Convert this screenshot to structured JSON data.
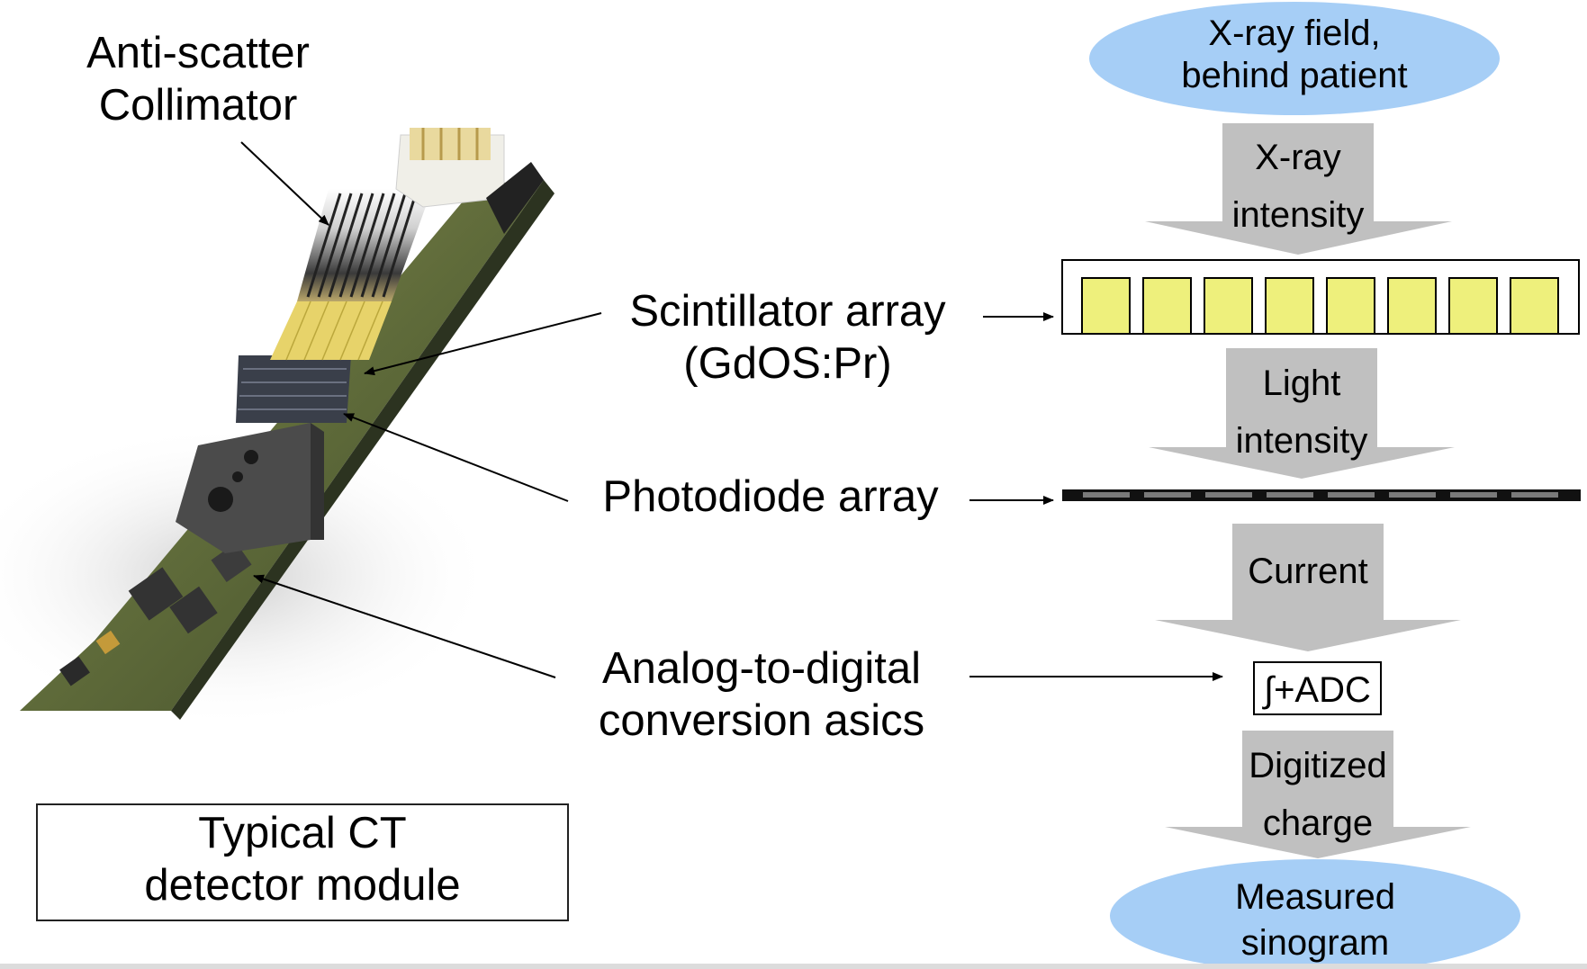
{
  "photo_labels": {
    "collimator": [
      "Anti-scatter",
      "Collimator"
    ],
    "scintillator": [
      "Scintillator array",
      "(GdOS:Pr)"
    ],
    "photodiode": [
      "Photodiode array"
    ],
    "asics": [
      "Analog-to-digital",
      "conversion asics"
    ]
  },
  "caption": [
    "Typical CT",
    "detector module"
  ],
  "flow": {
    "source": [
      "X-ray field,",
      "behind patient"
    ],
    "arrow1": [
      "X-ray",
      "intensity"
    ],
    "arrow2": [
      "Light",
      "intensity"
    ],
    "arrow3": [
      "Current"
    ],
    "adc_box": "∫+ADC",
    "arrow4": [
      "Digitized",
      "charge"
    ],
    "sink": [
      "Measured",
      "sinogram"
    ]
  },
  "colors": {
    "ellipse": "#a6cef6",
    "flow_arrow": "#c0c0c0",
    "scintillator_cell": "#eef07c",
    "photodiode_bar": "#111111",
    "photodiode_cell": "#7a7a7a"
  }
}
